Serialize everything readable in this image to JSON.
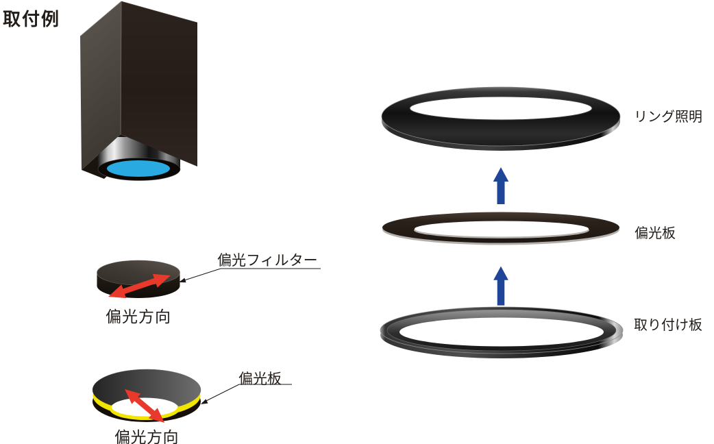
{
  "title": "取付例",
  "colors": {
    "lens_blue": "#29abe2",
    "arrow_red": "#e8392a",
    "assembly_arrow_blue": "#1e4598",
    "glow_yellow": "#f2e600",
    "text": "#221c18"
  },
  "camera_unit": {
    "filter": {
      "label": "偏光フィルター",
      "direction_label": "偏光方向"
    },
    "polarizing_plate": {
      "label": "偏光板",
      "direction_label": "偏光方向"
    }
  },
  "exploded_view": {
    "parts": [
      {
        "label": "リング照明"
      },
      {
        "label": "偏光板"
      },
      {
        "label": "取り付け板"
      }
    ]
  }
}
